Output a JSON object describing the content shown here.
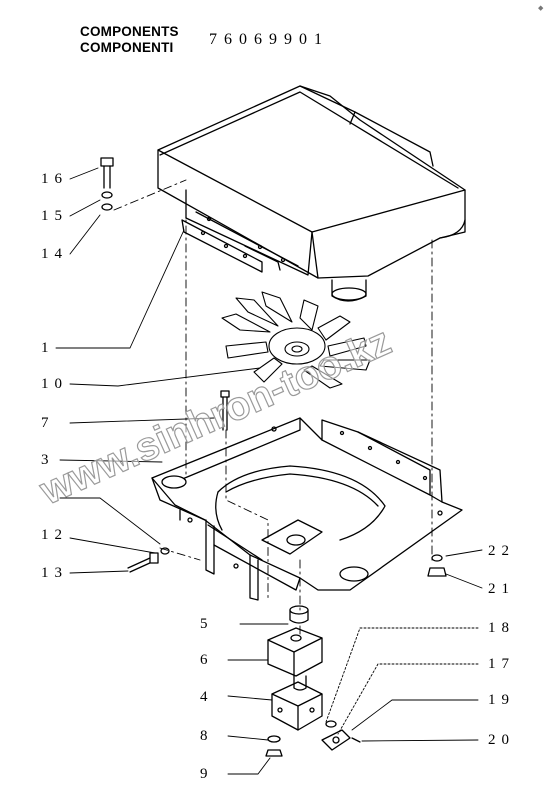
{
  "header": {
    "title_en": "COMPONENTS",
    "title_it": "COMPONENTI",
    "part_number": "76069901",
    "corner_mark": "◆"
  },
  "callouts": {
    "c16": "16",
    "c15": "15",
    "c14": "14",
    "c1": "1",
    "c10": "10",
    "c7": "7",
    "c3": "3",
    "c12": "12",
    "c13": "13",
    "c5": "5",
    "c6": "6",
    "c4": "4",
    "c8": "8",
    "c9": "9",
    "c22": "22",
    "c21": "21",
    "c18": "18",
    "c17": "17",
    "c19": "19",
    "c20": "20"
  },
  "watermark": {
    "text": "www.sinhron-too.kz",
    "color": "#9a9a9a"
  },
  "colors": {
    "line": "#000000",
    "background": "#ffffff"
  }
}
